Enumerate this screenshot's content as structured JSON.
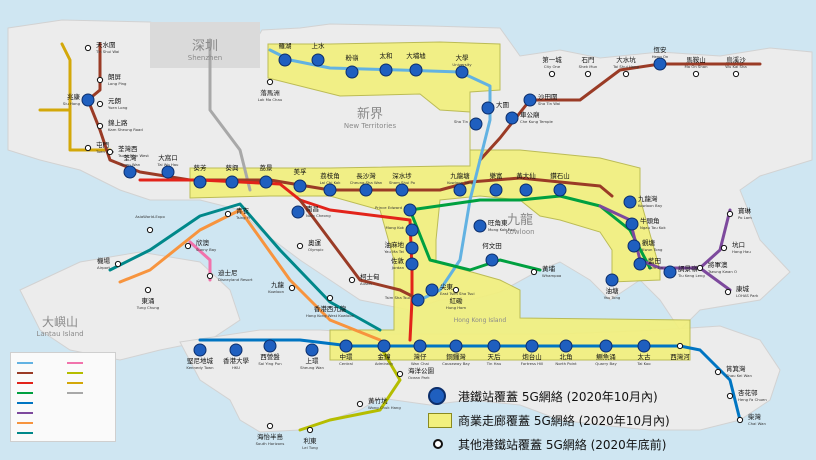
{
  "colors": {
    "sea": "#cfe6f2",
    "land": "#ececec",
    "landEdge": "#d2d2d2",
    "coverage": "#f2f07e",
    "coverageEdge": "#b8b84a",
    "station": "#1f5fbf",
    "stationEdge": "#0c2e6b",
    "line_east": "#62b2e2",
    "line_tuen_ma": "#9a3b26",
    "line_tsuen_wan": "#e2231a",
    "line_kwun_tong": "#00a040",
    "line_island": "#0075c2",
    "line_tseung_kwan_o": "#7d499d",
    "line_tung_chung": "#f7943e",
    "line_airport": "#00888a",
    "line_disney": "#f173ac",
    "line_south": "#b5bd00",
    "line_light_rail": "#d3a809",
    "line_intercity": "#a8a8a8"
  },
  "map_labels": [
    {
      "id": "shenzhen",
      "zh": "深圳",
      "en": "Shenzhen"
    },
    {
      "id": "newterr",
      "zh": "新界",
      "en": "New Territories"
    },
    {
      "id": "kowloon",
      "zh": "九龍",
      "en": "Kowloon"
    },
    {
      "id": "lantau",
      "zh": "大嶼山",
      "en": "Lantau Island"
    },
    {
      "id": "hkisland",
      "zh": "",
      "en": "Hong Kong Island"
    }
  ],
  "stations": [
    {
      "id": "tinshuiwai",
      "zh": "天水圍",
      "en": "Tin Shui Wai"
    },
    {
      "id": "longping",
      "zh": "朗屏",
      "en": "Long Ping"
    },
    {
      "id": "yuenlong",
      "zh": "元朗",
      "en": "Yuen Long"
    },
    {
      "id": "kamsheung",
      "zh": "錦上路",
      "en": "Kam Sheung Road"
    },
    {
      "id": "siuhong",
      "zh": "兆康",
      "en": "Siu Hong"
    },
    {
      "id": "tuenmun",
      "zh": "屯門",
      "en": "Tuen Mun"
    },
    {
      "id": "tsuenwanwest",
      "zh": "荃灣西",
      "en": "Tsuen Wan West"
    },
    {
      "id": "tsuenwan",
      "zh": "荃灣",
      "en": "Tsuen Wan"
    },
    {
      "id": "taiwohau",
      "zh": "大窩口",
      "en": "Tai Wo Hau"
    },
    {
      "id": "tsingyi",
      "zh": "青衣",
      "en": "Tsing Yi"
    },
    {
      "id": "asiaworld",
      "zh": "",
      "en": "AsiaWorld-Expo"
    },
    {
      "id": "airport",
      "zh": "機場",
      "en": "Airport"
    },
    {
      "id": "sunnybay",
      "zh": "欣澳",
      "en": "Sunny Bay"
    },
    {
      "id": "disney",
      "zh": "迪士尼",
      "en": "Disneyland Resort"
    },
    {
      "id": "tungchung",
      "zh": "東涌",
      "en": "Tung Chung"
    },
    {
      "id": "lokmachau",
      "zh": "落馬洲",
      "en": "Lok Ma Chau"
    },
    {
      "id": "lowu",
      "zh": "羅湖",
      "en": ""
    },
    {
      "id": "shengshui",
      "zh": "上水",
      "en": ""
    },
    {
      "id": "fanling",
      "zh": "粉嶺",
      "en": ""
    },
    {
      "id": "taiwo",
      "zh": "太和",
      "en": ""
    },
    {
      "id": "taipo",
      "zh": "大埔墟",
      "en": ""
    },
    {
      "id": "university",
      "zh": "大學",
      "en": "University"
    },
    {
      "id": "shatinwai",
      "zh": "沙田圍",
      "en": "Sha Tin Wai"
    },
    {
      "id": "chekung",
      "zh": "車公廟",
      "en": "Che Kung Temple"
    },
    {
      "id": "cityone",
      "zh": "第一城",
      "en": "City One"
    },
    {
      "id": "shekmun",
      "zh": "石門",
      "en": "Shek Mun"
    },
    {
      "id": "taishuihang",
      "zh": "大水坑",
      "en": "Tai Shui Hang"
    },
    {
      "id": "hengon",
      "zh": "恆安",
      "en": "Heng On"
    },
    {
      "id": "maonshan",
      "zh": "馬鞍山",
      "en": "Ma On Shan"
    },
    {
      "id": "wukaisha",
      "zh": "烏溪沙",
      "en": "Wu Kai Sha"
    },
    {
      "id": "shatin",
      "zh": "",
      "en": "Sha Tin"
    },
    {
      "id": "taiwai",
      "zh": "大圍",
      "en": ""
    },
    {
      "id": "kwaifong",
      "zh": "葵芳",
      "en": ""
    },
    {
      "id": "kwaihing",
      "zh": "葵興",
      "en": ""
    },
    {
      "id": "laiking",
      "zh": "荔景",
      "en": ""
    },
    {
      "id": "meifoo",
      "zh": "美孚",
      "en": ""
    },
    {
      "id": "laichikok",
      "zh": "荔枝角",
      "en": "Lai Chi Kok"
    },
    {
      "id": "changshawan",
      "zh": "長沙灣",
      "en": "Cheung Sha Wan"
    },
    {
      "id": "shamshuipo",
      "zh": "深水埗",
      "en": "Sham Shui Po"
    },
    {
      "id": "princeedward",
      "zh": "",
      "en": "Prince Edward"
    },
    {
      "id": "mongkok",
      "zh": "",
      "en": "Mong Kok"
    },
    {
      "id": "yaumatei",
      "zh": "油麻地",
      "en": "Yau Ma Tei"
    },
    {
      "id": "jordan",
      "zh": "佐敦",
      "en": "Jordan"
    },
    {
      "id": "tsimshatsui",
      "zh": "",
      "en": "Tsim Sha Tsui"
    },
    {
      "id": "eaststsui",
      "zh": "尖東",
      "en": "East Tsim Sha Tsui"
    },
    {
      "id": "kowloontong",
      "zh": "九龍塘",
      "en": "Kowloon Tong"
    },
    {
      "id": "lokfu",
      "zh": "樂富",
      "en": ""
    },
    {
      "id": "wongtaisin",
      "zh": "黃大仙",
      "en": ""
    },
    {
      "id": "diamondhill",
      "zh": "鑽石山",
      "en": ""
    },
    {
      "id": "kowloonbay",
      "zh": "九龍灣",
      "en": "Kowloon Bay"
    },
    {
      "id": "ngautaukok",
      "zh": "牛頭角",
      "en": "Ngau Tau Kok"
    },
    {
      "id": "kwuntong",
      "zh": "觀塘",
      "en": "Kwun Tong"
    },
    {
      "id": "lamtin",
      "zh": "藍田",
      "en": "Lam Tin"
    },
    {
      "id": "yautong",
      "zh": "油塘",
      "en": "Yau Tong"
    },
    {
      "id": "tiukengleng",
      "zh": "調景嶺",
      "en": "Tiu Keng Leng"
    },
    {
      "id": "tseungkwano",
      "zh": "將軍澳",
      "en": "Tseung Kwan O"
    },
    {
      "id": "hanghau",
      "zh": "坑口",
      "en": "Hang Hau"
    },
    {
      "id": "polam",
      "zh": "寶琳",
      "en": "Po Lam"
    },
    {
      "id": "lohaspark",
      "zh": "康城",
      "en": "LOHAS Park"
    },
    {
      "id": "mongkokeast",
      "zh": "旺角東",
      "en": "Mong Kok East"
    },
    {
      "id": "hungmom",
      "zh": "紅磡",
      "en": "Hung Hom"
    },
    {
      "id": "hohman",
      "zh": "何文田",
      "en": ""
    },
    {
      "id": "whampoa",
      "zh": "黃埔",
      "en": "Whampoa"
    },
    {
      "id": "olympic",
      "zh": "奧運",
      "en": "Olympic"
    },
    {
      "id": "namcheong",
      "zh": "南昌",
      "en": "Nam Cheong"
    },
    {
      "id": "kowloonstn",
      "zh": "九龍",
      "en": "Kowloon"
    },
    {
      "id": "austin",
      "zh": "柯士甸",
      "en": "Austin"
    },
    {
      "id": "westkowloon",
      "zh": "香港西九龍",
      "en": "Hong Kong West Kowloon"
    },
    {
      "id": "kennedytown",
      "zh": "堅尼地城",
      "en": "Kennedy Town"
    },
    {
      "id": "hku",
      "zh": "香港大學",
      "en": "HKU"
    },
    {
      "id": "saiyingpun",
      "zh": "西營盤",
      "en": "Sai Ying Pun"
    },
    {
      "id": "sheungwan",
      "zh": "上環",
      "en": "Sheung Wan"
    },
    {
      "id": "central",
      "zh": "中環",
      "en": "Central"
    },
    {
      "id": "admiralty",
      "zh": "金鐘",
      "en": "Admiralty"
    },
    {
      "id": "wanchai",
      "zh": "灣仔",
      "en": "Wan Chai"
    },
    {
      "id": "causewaybay",
      "zh": "銅鑼灣",
      "en": "Causeway Bay"
    },
    {
      "id": "tinhau",
      "zh": "天后",
      "en": "Tin Hau"
    },
    {
      "id": "fortresshill",
      "zh": "炮台山",
      "en": "Fortress Hill"
    },
    {
      "id": "northpoint",
      "zh": "北角",
      "en": "North Point"
    },
    {
      "id": "quarrybay",
      "zh": "鰂魚涌",
      "en": "Quarry Bay"
    },
    {
      "id": "taikoo",
      "zh": "太古",
      "en": "Tai Koo"
    },
    {
      "id": "saiwanho",
      "zh": "西灣河",
      "en": ""
    },
    {
      "id": "shaukeiwan",
      "zh": "筲箕灣",
      "en": "Shau Kei Wan"
    },
    {
      "id": "hengfachuen",
      "zh": "杏花邨",
      "en": "Heng Fa Chuen"
    },
    {
      "id": "chaiwan",
      "zh": "柴灣",
      "en": "Chai Wan"
    },
    {
      "id": "oceanpark",
      "zh": "海洋公園",
      "en": "Ocean Park"
    },
    {
      "id": "wongchukhang",
      "zh": "黃竹坑",
      "en": "Wong Chuk Hang"
    },
    {
      "id": "southhorizons",
      "zh": "海怡半島",
      "en": "South Horizons"
    },
    {
      "id": "leitung",
      "zh": "利東",
      "en": "Lei Tung"
    }
  ],
  "legend": {
    "item1": "港鐵站覆蓋 5G網絡 (2020年10月內)",
    "item2": "商業走廊覆蓋 5G網絡 (2020年10月內)",
    "item3": "其他港鐵站覆蓋 5G網絡 (2020年底前)"
  }
}
